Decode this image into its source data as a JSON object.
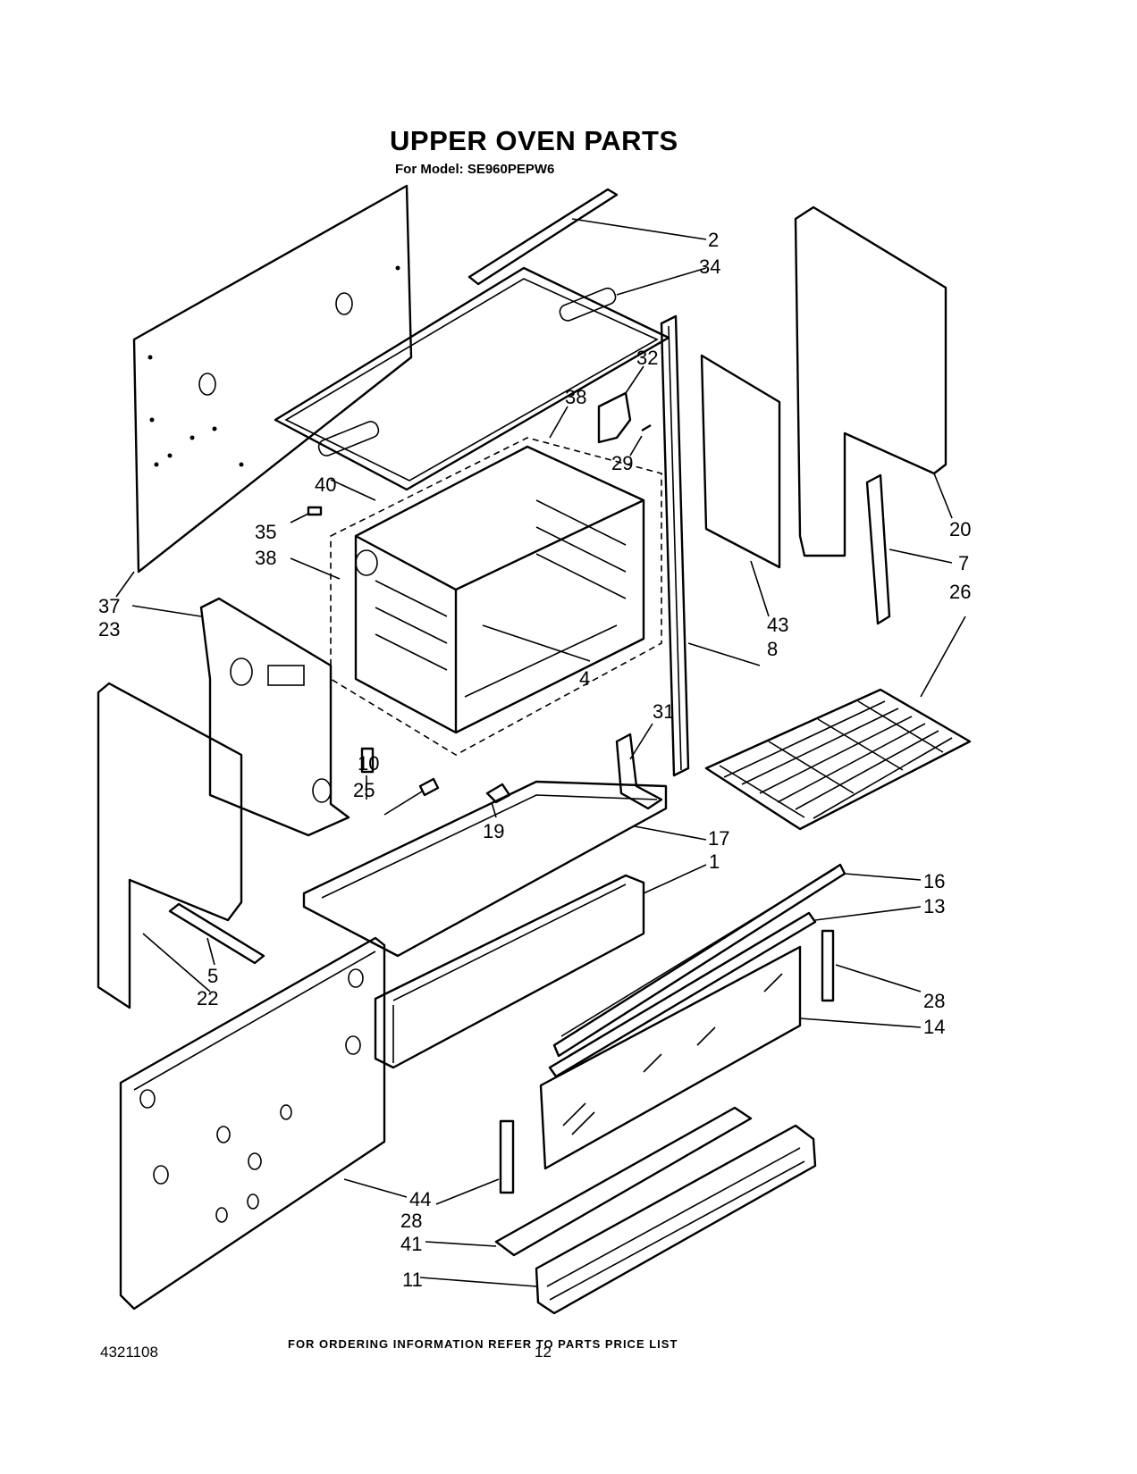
{
  "header": {
    "title": "UPPER OVEN PARTS",
    "subtitle": "For Model: SE960PEPW6"
  },
  "callouts": [
    "2",
    "34",
    "32",
    "38",
    "29",
    "40",
    "35",
    "38",
    "37",
    "23",
    "20",
    "7",
    "26",
    "43",
    "8",
    "31",
    "4",
    "10",
    "25",
    "19",
    "17",
    "1",
    "16",
    "13",
    "28",
    "14",
    "5",
    "22",
    "44",
    "28",
    "41",
    "11"
  ],
  "footer": {
    "note": "FOR ORDERING INFORMATION REFER TO PARTS PRICE LIST",
    "doc_number": "4321108",
    "page_number": "12"
  }
}
